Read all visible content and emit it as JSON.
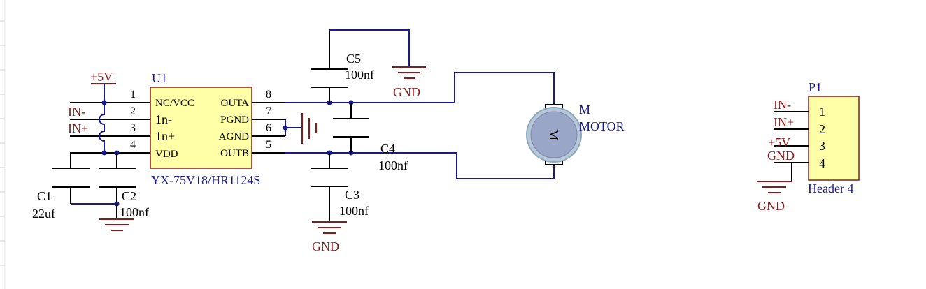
{
  "u1": {
    "ref": "U1",
    "part": "YX-75V18/HR1124S",
    "pins_left": [
      {
        "num": "1",
        "name": "NC/VCC"
      },
      {
        "num": "2",
        "name": "1n-"
      },
      {
        "num": "3",
        "name": "1n+"
      },
      {
        "num": "4",
        "name": "VDD"
      }
    ],
    "pins_right": [
      {
        "num": "8",
        "name": "OUTA"
      },
      {
        "num": "7",
        "name": "PGND"
      },
      {
        "num": "6",
        "name": "AGND"
      },
      {
        "num": "5",
        "name": "OUTB"
      }
    ]
  },
  "nets": {
    "plus5v": "+5V",
    "in_minus": "IN-",
    "in_plus": "IN+",
    "gnd": "GND"
  },
  "caps": {
    "c1": {
      "ref": "C1",
      "value": "22uf"
    },
    "c2": {
      "ref": "C2",
      "value": "100nf"
    },
    "c3": {
      "ref": "C3",
      "value": "100nf"
    },
    "c4": {
      "ref": "C4",
      "value": "100nf"
    },
    "c5": {
      "ref": "C5",
      "value": "100nf"
    }
  },
  "motor": {
    "ref": "M",
    "name": "MOTOR",
    "symbol": "M"
  },
  "p1": {
    "ref": "P1",
    "name": "Header 4",
    "pins": [
      "1",
      "2",
      "3",
      "4"
    ],
    "net_labels": [
      "IN-",
      "IN+",
      "+5V",
      "GND"
    ]
  },
  "colors": {
    "wire": "#1a1a8c",
    "power_net": "#8b1a1a",
    "component_body": "#ffffa8",
    "motor_body": "#9aa6c8"
  }
}
